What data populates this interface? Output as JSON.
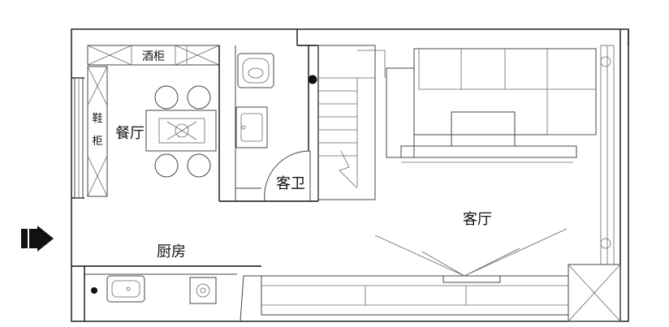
{
  "rooms": {
    "wine_cabinet": "酒柜",
    "shoe_cabinet_1": "鞋",
    "shoe_cabinet_2": "柜",
    "dining": "餐厅",
    "guest_bath": "客卫",
    "living": "客厅",
    "kitchen": "厨房"
  },
  "icons": {
    "entrance": "entrance-arrow-icon"
  },
  "colors": {
    "line": "#111111",
    "background": "#ffffff"
  }
}
